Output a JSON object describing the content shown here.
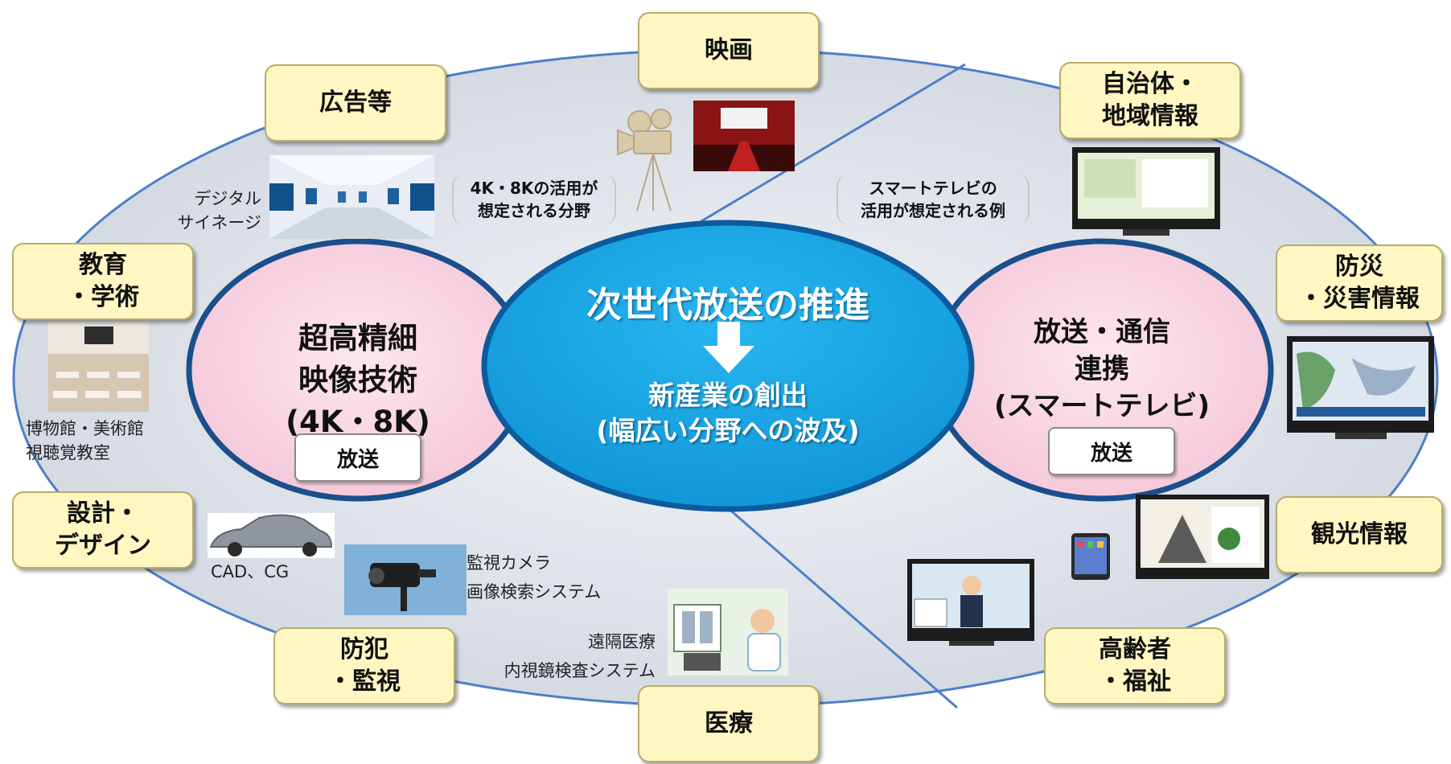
{
  "center": {
    "title": "次世代放送の推進",
    "subtitle": "新産業の創出\n(幅広い分野への波及)",
    "arrow_icon": "down-arrow-icon",
    "color": "#13a7e8"
  },
  "left_oval": {
    "title": "超高精細\n映像技術\n(4K・8K)",
    "badge": "放送",
    "color": "#fbdbe8"
  },
  "right_oval": {
    "title": "放送・通信\n連携\n(スマートテレビ)",
    "badge": "放送",
    "color": "#fbdbe8"
  },
  "bracket_labels": {
    "left": "4K・8Kの活用が\n想定される分野",
    "right": "スマートテレビの\n活用が想定される例"
  },
  "fields": {
    "eiga": "映画",
    "koukoku": "広告等",
    "kyouiku": "教育\n・学術",
    "sekkei": "設計・\nデザイン",
    "bouhan": "防犯\n・監視",
    "iryou": "医療",
    "jichitai": "自治体・\n地域情報",
    "bousai": "防災\n・災害情報",
    "kankou": "観光情報",
    "koureisha": "高齢者\n・福祉"
  },
  "captions": {
    "signage": "デジタル\nサイネージ",
    "museum": "博物館・美術館\n視聴覚教室",
    "cad": "CAD、CG",
    "camera": "監視カメラ\n画像検索システム",
    "medical": "遠隔医療\n内視鏡検査システム"
  },
  "colors": {
    "box_fill": "#fff6c2",
    "big_ellipse": "#dde2ea",
    "line": "#4d7fc8"
  }
}
